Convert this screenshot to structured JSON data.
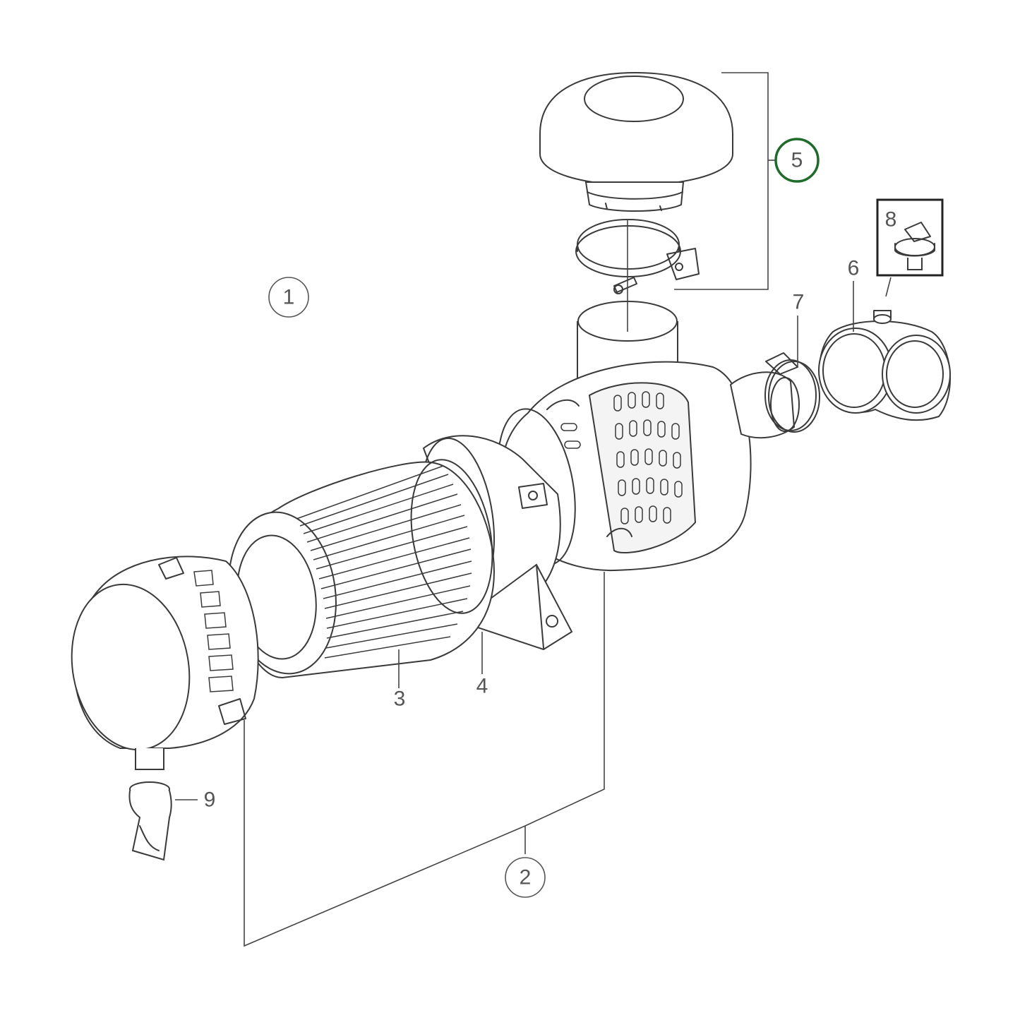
{
  "callouts": {
    "c1": "1",
    "c2": "2",
    "c3": "3",
    "c4": "4",
    "c5": "5",
    "c6": "6",
    "c7": "7",
    "c8": "8",
    "c9": "9"
  },
  "colors": {
    "highlight": "#1e6b2a",
    "line": "#3a3a3a",
    "label": "#555555"
  }
}
